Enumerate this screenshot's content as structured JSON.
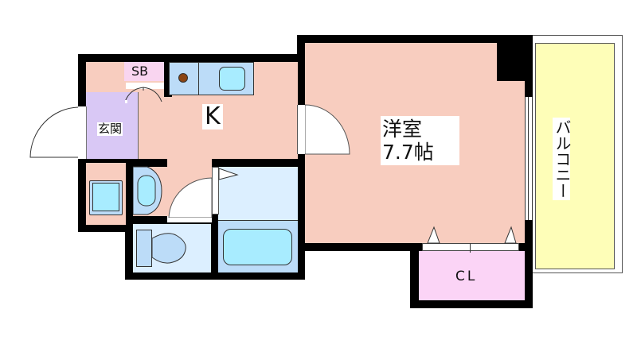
{
  "floorplan": {
    "rooms": {
      "western_room": {
        "name": "洋室",
        "size": "7.7帖",
        "color": "#f8cdbf"
      },
      "kitchen": {
        "name": "K",
        "color": "#f8cdbf"
      },
      "entrance": {
        "name": "玄関",
        "color": "#d9c8f5"
      },
      "shoe_box": {
        "name": "SB",
        "color": "#f9d5f0"
      },
      "closet": {
        "name": "CL",
        "color": "#fbd4f6"
      },
      "balcony": {
        "name": "バルコニー",
        "color": "#fefeb8"
      },
      "bathroom": {
        "color": "#dcefff"
      },
      "toilet": {
        "color": "#dcefff"
      }
    },
    "colors": {
      "wall": "#000000",
      "fixture": "#bcdcf8",
      "fixture_inner": "#a8ecff",
      "stove": "#8b4513"
    }
  }
}
